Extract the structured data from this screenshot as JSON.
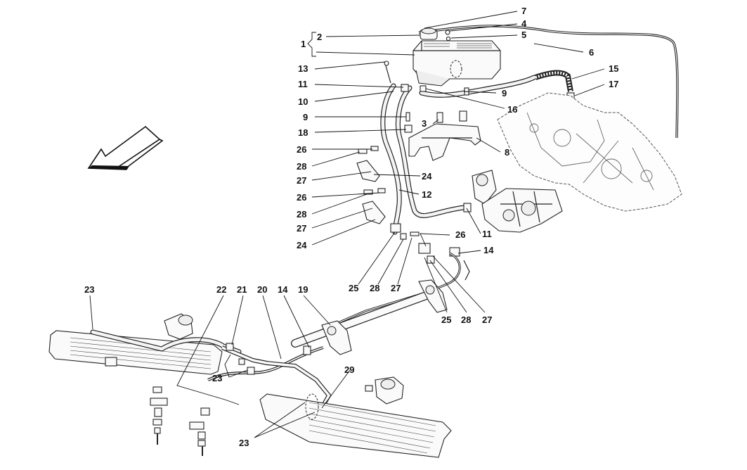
{
  "callouts": [
    {
      "id": "c7",
      "text": "7"
    },
    {
      "id": "c4",
      "text": "4"
    },
    {
      "id": "c5",
      "text": "5"
    },
    {
      "id": "c2",
      "text": "2"
    },
    {
      "id": "c1",
      "text": "1"
    },
    {
      "id": "c6",
      "text": "6"
    },
    {
      "id": "c13",
      "text": "13"
    },
    {
      "id": "c15",
      "text": "15"
    },
    {
      "id": "c11a",
      "text": "11"
    },
    {
      "id": "c9a",
      "text": "9"
    },
    {
      "id": "c17",
      "text": "17"
    },
    {
      "id": "c10",
      "text": "10"
    },
    {
      "id": "c16",
      "text": "16"
    },
    {
      "id": "c9b",
      "text": "9"
    },
    {
      "id": "c3",
      "text": "3"
    },
    {
      "id": "c18",
      "text": "18"
    },
    {
      "id": "c8",
      "text": "8"
    },
    {
      "id": "c26a",
      "text": "26"
    },
    {
      "id": "c28a",
      "text": "28"
    },
    {
      "id": "c27a",
      "text": "27"
    },
    {
      "id": "c24a",
      "text": "24"
    },
    {
      "id": "c12",
      "text": "12"
    },
    {
      "id": "c26b",
      "text": "26"
    },
    {
      "id": "c28b",
      "text": "28"
    },
    {
      "id": "c27b",
      "text": "27"
    },
    {
      "id": "c24b",
      "text": "24"
    },
    {
      "id": "c11b",
      "text": "11"
    },
    {
      "id": "c26c",
      "text": "26"
    },
    {
      "id": "c14a",
      "text": "14"
    },
    {
      "id": "c25a",
      "text": "25"
    },
    {
      "id": "c28c",
      "text": "28"
    },
    {
      "id": "c27c",
      "text": "27"
    },
    {
      "id": "c25b",
      "text": "25"
    },
    {
      "id": "c28d",
      "text": "28"
    },
    {
      "id": "c27d",
      "text": "27"
    },
    {
      "id": "c23a",
      "text": "23"
    },
    {
      "id": "c22",
      "text": "22"
    },
    {
      "id": "c21",
      "text": "21"
    },
    {
      "id": "c20",
      "text": "20"
    },
    {
      "id": "c14b",
      "text": "14"
    },
    {
      "id": "c19",
      "text": "19"
    },
    {
      "id": "c23b",
      "text": "23"
    },
    {
      "id": "c29",
      "text": "29"
    },
    {
      "id": "c23c",
      "text": "23"
    }
  ],
  "colors": {
    "ink": "#111111",
    "paper": "#ffffff",
    "part_fill": "#fafafa"
  },
  "icons": {
    "direction": "direction-arrow-icon"
  }
}
